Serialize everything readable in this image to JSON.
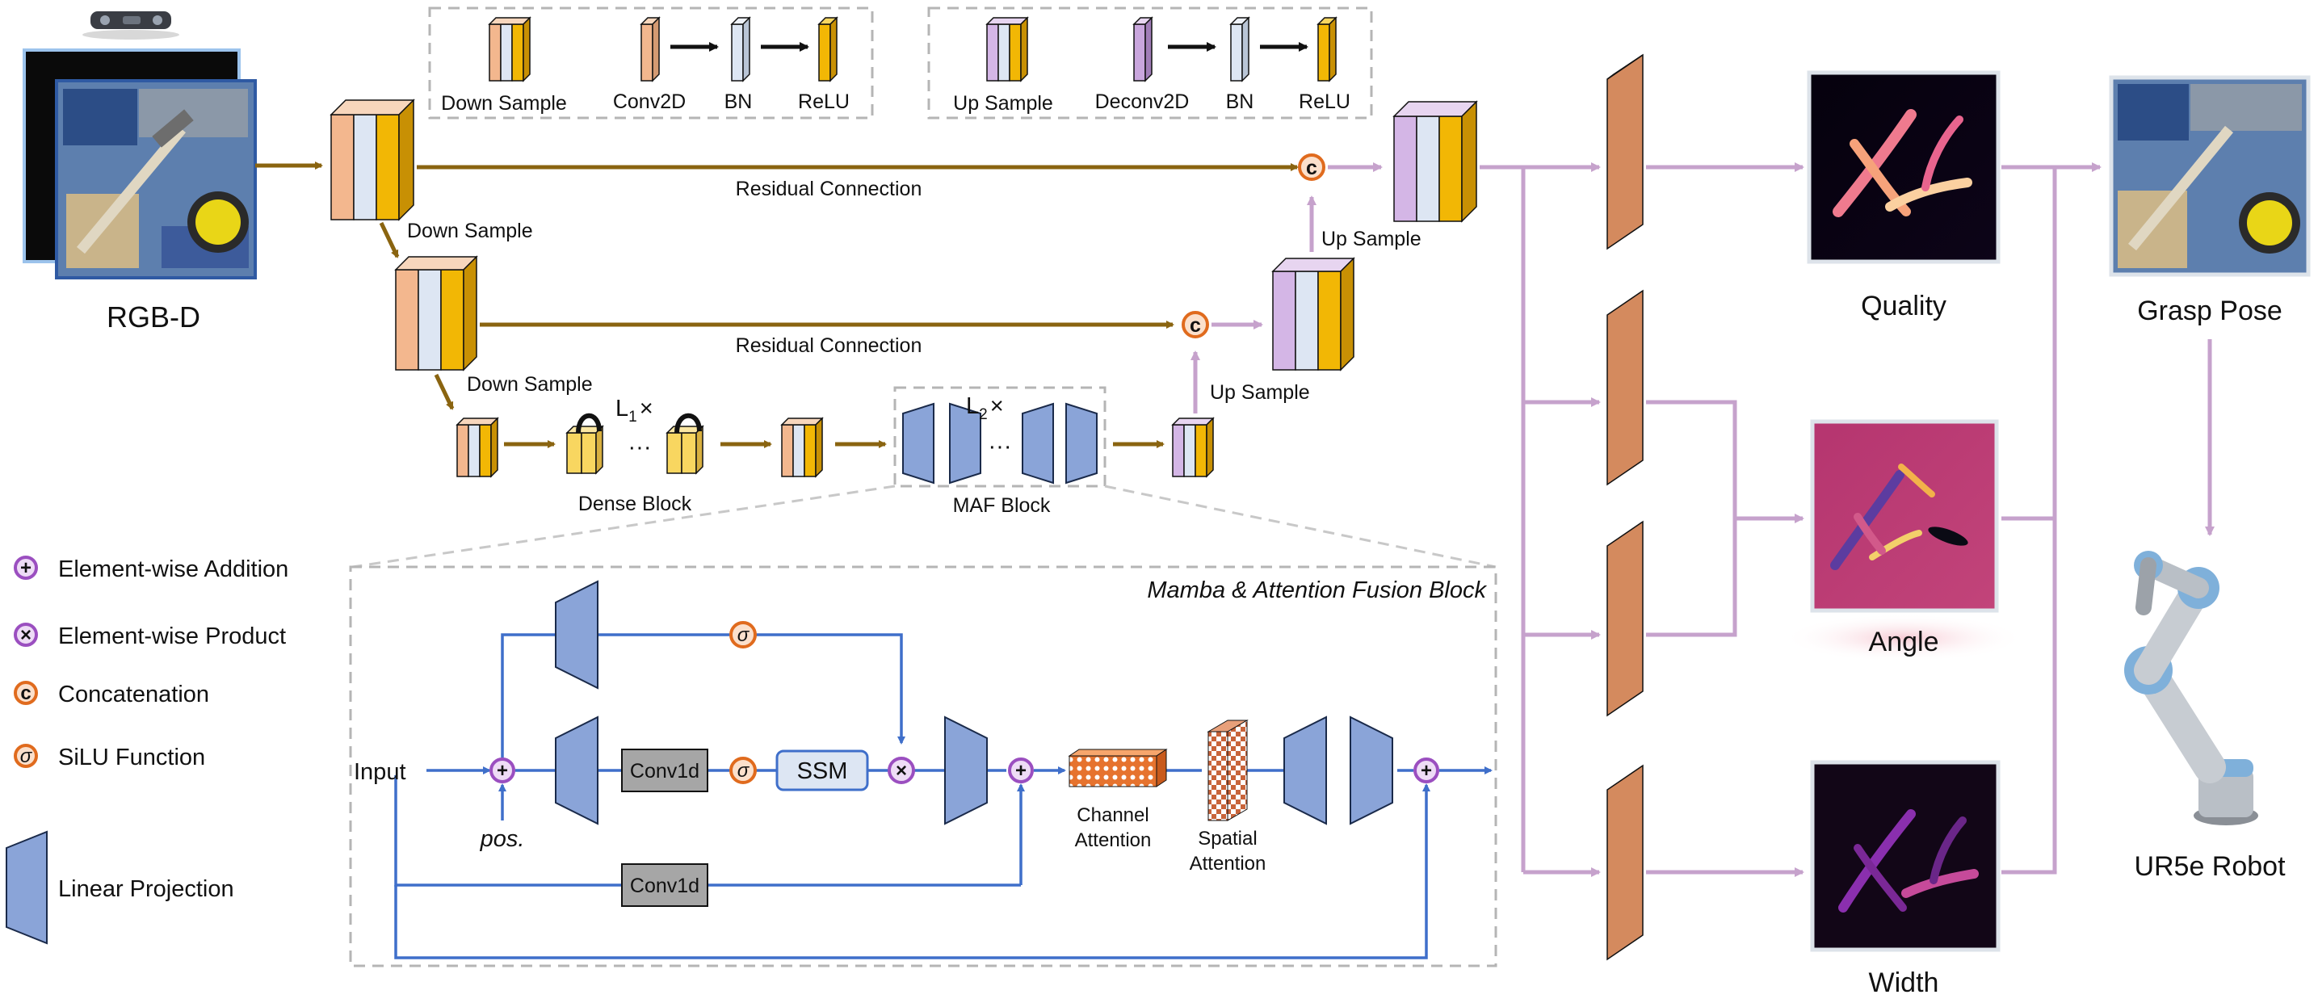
{
  "input": {
    "label": "RGB-D"
  },
  "legend_top_left": {
    "down_sample": "Down Sample",
    "conv2d": "Conv2D",
    "bn": "BN",
    "relu": "ReLU"
  },
  "legend_top_right": {
    "up_sample": "Up Sample",
    "deconv2d": "Deconv2D",
    "bn": "BN",
    "relu": "ReLU"
  },
  "connections": {
    "residual": "Residual Connection",
    "down_sample": "Down Sample",
    "up_sample": "Up Sample"
  },
  "dense_block": {
    "label": "Dense Block",
    "repeat": "L",
    "repeat_sub": "1",
    "repeat_op": "×"
  },
  "maf_block": {
    "label": "MAF Block",
    "repeat": "L",
    "repeat_sub": "2",
    "repeat_op": "×"
  },
  "ellipsis": "···",
  "symbols": {
    "concat": "c",
    "add": "+",
    "product": "×",
    "silu": "σ"
  },
  "legend_ops": {
    "addition": "Element-wise Addition",
    "product": "Element-wise Product",
    "concat": "Concatenation",
    "silu": "SiLU Function",
    "linear": "Linear Projection"
  },
  "fusion_block": {
    "title": "Mamba & Attention Fusion Block",
    "input": "Input",
    "pos": "pos.",
    "conv1d": "Conv1d",
    "ssm": "SSM",
    "channel_attention": [
      "Channel",
      "Attention"
    ],
    "spatial_attention": [
      "Spatial",
      "Attention"
    ]
  },
  "outputs": {
    "quality": "Quality",
    "angle": "Angle",
    "width": "Width"
  },
  "result": {
    "grasp_pose": "Grasp Pose",
    "robot": "UR5e Robot"
  },
  "colors": {
    "brown_arrow": "#8a6410",
    "purple_arrow": "#c6a2cc",
    "blue_line": "#3f6fca",
    "down_layer": "#f3b78e",
    "bn_layer": "#dde6f3",
    "relu_layer": "#f2b705",
    "deconv_layer": "#d4b6e6",
    "linear_proj": "#8aa4d8",
    "head_block": "#d48a5e",
    "concat_ring": "#e06b1e",
    "add_ring": "#9b4fc0"
  }
}
